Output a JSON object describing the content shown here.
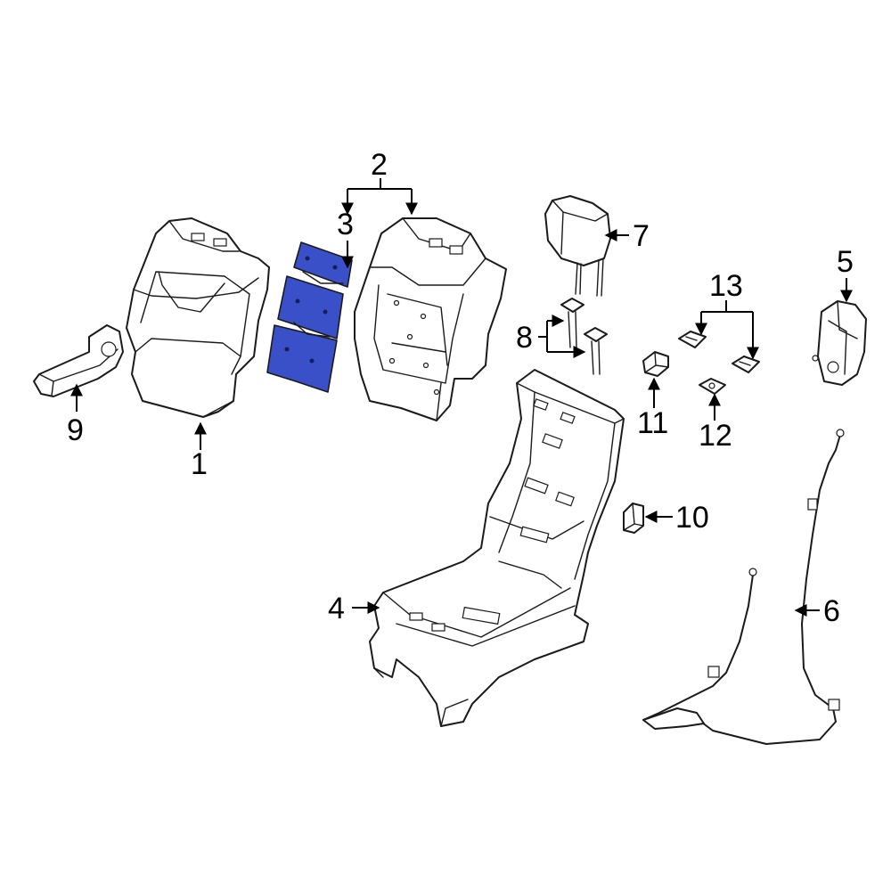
{
  "diagram": {
    "highlight_color": "#3a50c8",
    "callouts": [
      {
        "id": "c1",
        "label": "1"
      },
      {
        "id": "c2",
        "label": "2"
      },
      {
        "id": "c3",
        "label": "3"
      },
      {
        "id": "c4",
        "label": "4"
      },
      {
        "id": "c5",
        "label": "5"
      },
      {
        "id": "c6",
        "label": "6"
      },
      {
        "id": "c7",
        "label": "7"
      },
      {
        "id": "c8",
        "label": "8"
      },
      {
        "id": "c9",
        "label": "9"
      },
      {
        "id": "c10",
        "label": "10"
      },
      {
        "id": "c11",
        "label": "11"
      },
      {
        "id": "c12",
        "label": "12"
      },
      {
        "id": "c13",
        "label": "13"
      }
    ]
  }
}
